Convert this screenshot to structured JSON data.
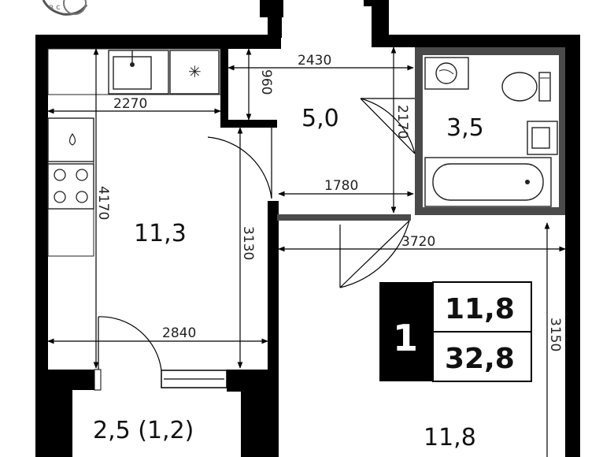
{
  "unit_badge": {
    "rooms": "1",
    "living_area": "11,8",
    "total_area": "32,8"
  },
  "rooms": {
    "kitchen": "11,3",
    "hall": "5,0",
    "bathroom": "3,5",
    "balcony": "2,5 (1,2)",
    "living": "11,8"
  },
  "dimensions": {
    "d2430": "2430",
    "d960": "960",
    "d2270": "2270",
    "d2170": "2170",
    "d4170": "4170",
    "d1780": "1780",
    "d3130": "3130",
    "d3720": "3720",
    "d2840": "2840",
    "d3150": "3150"
  },
  "logo_text": "в с"
}
